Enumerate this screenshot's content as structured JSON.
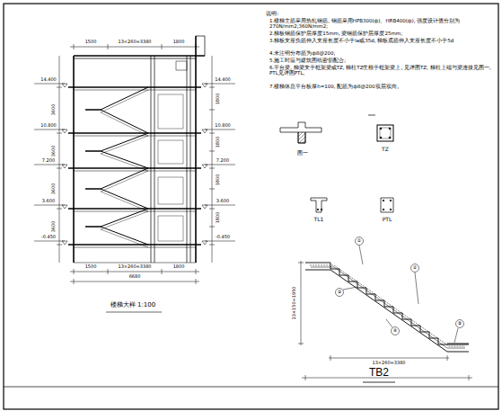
{
  "diagram": {
    "labels": [
      "说明:",
      "1.楼梯主筋采用热轧钢筋, 钢筋采用HPB300(ф)、HRB400(ф), 强度设计值分别为270N/mm2;360N/mm2;",
      "2.梯板钢筋保护层厚度15mm, 梁钢筋保护层厚度25mm;",
      "3.梯板支座负筋伸入支座长度不小于la或35d, 梯板底筋伸入支座长度不小于5d",
      "4.未注明分布筋为ф8@200;",
      "5.施工时应与建筑图纸密切配合;",
      "6.平台梁, 梯梁支于框架梁或TZ, 梯柱TZ生根于框架梁上, 见详图TZ; 梯柱上端与梁连接见图一, PTL见详图PTL。",
      "7.楼梯休息平台板厚h=100, 配筋为ф8@200双层双向。",
      "图一",
      "TZ",
      "TL1",
      "PTL",
      "14.400",
      "10.800",
      "7.200",
      "3.600",
      "-0.450",
      "14.400",
      "10.800",
      "7.200",
      "3.600",
      "-0.450",
      "1500",
      "13×260=3380",
      "1800",
      "1500",
      "13×260=3380",
      "1800",
      "6680",
      "3600",
      "3600",
      "3600",
      "3600",
      "1800",
      "1800",
      "1800",
      "1800",
      "楼梯大样 1:100",
      "13×150=1950",
      "13×260=3380",
      "①",
      "②",
      "③",
      "④",
      "⑤",
      "TB2"
    ]
  }
}
